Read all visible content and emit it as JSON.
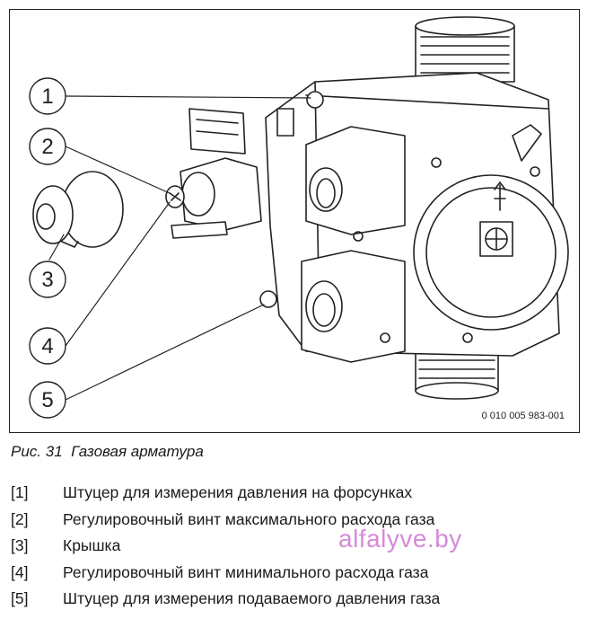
{
  "figure": {
    "id_code": "0 010 005 983-001",
    "callouts": [
      "1",
      "2",
      "3",
      "4",
      "5"
    ]
  },
  "caption": {
    "prefix": "Рис. 31",
    "title": "Газовая арматура"
  },
  "legend": [
    {
      "num": "[1]",
      "text": "Штуцер для измерения давления на форсунках"
    },
    {
      "num": "[2]",
      "text": "Регулировочный винт максимального расхода газа"
    },
    {
      "num": "[3]",
      "text": "Крышка"
    },
    {
      "num": "[4]",
      "text": "Регулировочный винт минимального расхода газа"
    },
    {
      "num": "[5]",
      "text": "Штуцер для измерения подаваемого давления газа"
    }
  ],
  "watermark": "alfalyve.by"
}
